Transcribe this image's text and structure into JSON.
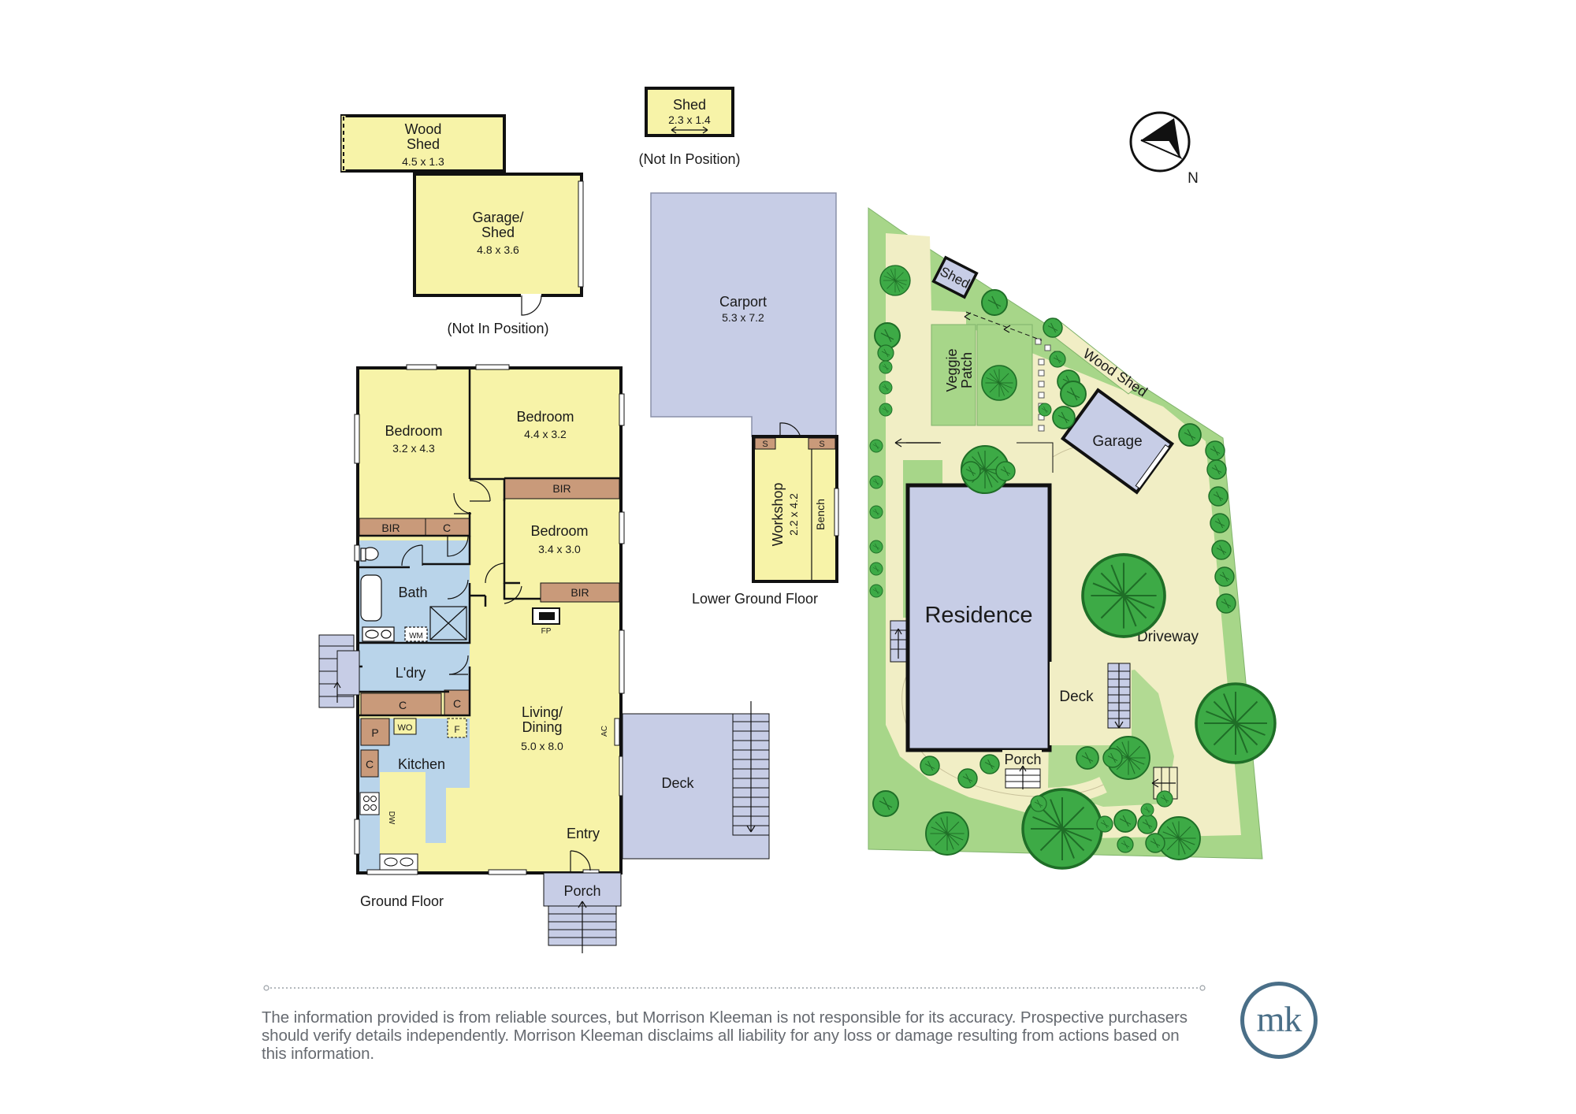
{
  "rooms": {
    "wood_shed": {
      "name": "Wood\nShed",
      "dims": "4.5 x 1.3"
    },
    "garage_shed": {
      "name": "Garage/\nShed",
      "dims": "4.8 x 3.6"
    },
    "shed": {
      "name": "Shed",
      "dims": "2.3 x 1.4"
    },
    "carport": {
      "name": "Carport",
      "dims": "5.3 x 7.2"
    },
    "workshop": {
      "name": "Workshop",
      "dims": "2.2 x 4.2"
    },
    "bench": "Bench",
    "bed1": {
      "name": "Bedroom",
      "dims": "3.2 x 4.3"
    },
    "bed2": {
      "name": "Bedroom",
      "dims": "4.4 x 3.2"
    },
    "bed3": {
      "name": "Bedroom",
      "dims": "3.4 x 3.0"
    },
    "bath": "Bath",
    "laundry": "L'dry",
    "kitchen": "Kitchen",
    "living": {
      "name": "Living/\nDining",
      "dims": "5.0 x 8.0"
    },
    "entry": "Entry",
    "porch": "Porch",
    "deck": "Deck"
  },
  "fixtures": {
    "bir": "BIR",
    "c": "C",
    "p": "P",
    "wo": "WO",
    "f": "F",
    "wm": "WM",
    "fp": "FP",
    "ac": "AC",
    "dw": "DW",
    "s": "S"
  },
  "notes": {
    "not_in_position": "(Not In Position)",
    "ground_floor": "Ground Floor",
    "lower_ground_floor": "Lower Ground Floor"
  },
  "site": {
    "residence": "Residence",
    "driveway": "Driveway",
    "deck": "Deck",
    "porch": "Porch",
    "garage": "Garage",
    "shed": "Shed",
    "wood_shed": "Wood Shed",
    "veggie_patch": "Veggie\nPatch",
    "north": "N"
  },
  "footer": {
    "disclaimer": "The information provided is from reliable sources, but Morrison Kleeman is not responsible for its accuracy. Prospective purchasers should verify details independently. Morrison Kleeman disclaims all liability for any loss or damage resulting from actions based on this information.",
    "logo": "mk"
  },
  "colors": {
    "room_yellow": "#f7f3a8",
    "wet_blue": "#b9d4ea",
    "joinery_brown": "#c99a7a",
    "paving_purple": "#c7cde6",
    "lawn_green": "#a7d689",
    "garden_cream": "#f1eec5",
    "tree_green": "#3daa46",
    "logo_blue": "#4a6f88"
  }
}
